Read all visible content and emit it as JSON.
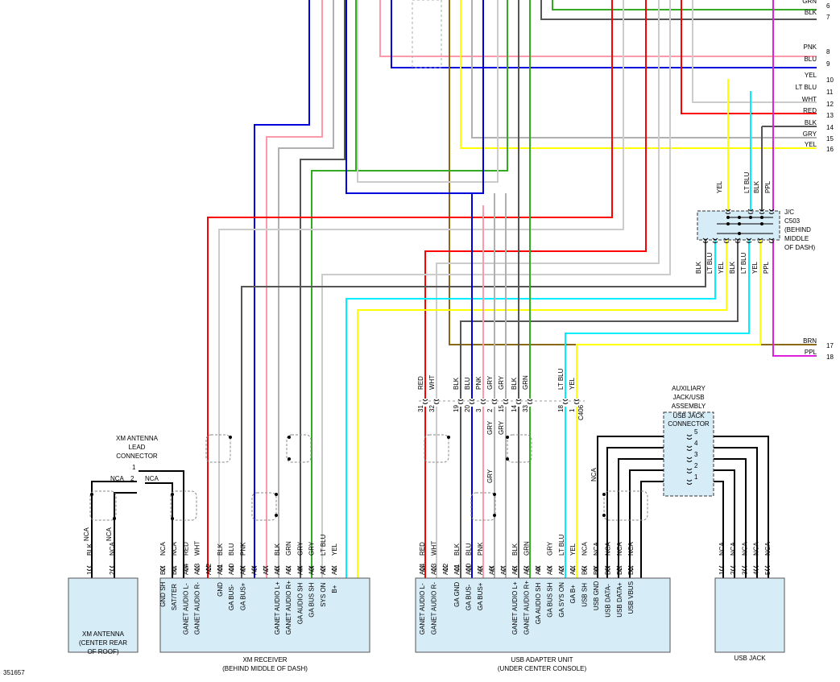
{
  "figure_id": "351657",
  "wire_colors": {
    "RED": "#ff0000",
    "WHT": "#cccccc",
    "BLK": "#555555",
    "BLU": "#0000dd",
    "PNK": "#ff99aa",
    "GRY": "#b0b0b0",
    "GRN": "#33aa22",
    "YEL": "#ffff00",
    "LT BLU": "#00eeff",
    "BRN": "#8b6914",
    "PPL": "#dd22dd",
    "NCA": "#000000"
  },
  "right_bus": [
    {
      "num": "6",
      "color_label": "GRN"
    },
    {
      "num": "7",
      "color_label": "BLK"
    },
    {
      "num": "8",
      "color_label": "PNK"
    },
    {
      "num": "9",
      "color_label": "BLU"
    },
    {
      "num": "10",
      "color_label": "YEL"
    },
    {
      "num": "11",
      "color_label": "LT BLU"
    },
    {
      "num": "12",
      "color_label": "WHT"
    },
    {
      "num": "13",
      "color_label": "RED"
    },
    {
      "num": "14",
      "color_label": "BLK"
    },
    {
      "num": "15",
      "color_label": "GRY"
    },
    {
      "num": "16",
      "color_label": "YEL"
    },
    {
      "num": "17",
      "color_label": "BRN"
    },
    {
      "num": "18",
      "color_label": "PPL"
    }
  ],
  "jc_c503": {
    "title_lines": [
      "J/C",
      "C503",
      "(BEHIND",
      "MIDDLE",
      "OF DASH)"
    ],
    "top_wires": [
      "YEL",
      "LT BLU",
      "BLK",
      "PPL"
    ],
    "bottom_wires": [
      "BLK",
      "LT BLU",
      "YEL",
      "BLK",
      "LT BLU",
      "YEL",
      "PPL"
    ]
  },
  "c406": {
    "label": "C406",
    "wires": [
      {
        "color_label": "RED",
        "pin": "31"
      },
      {
        "color_label": "WHT",
        "pin": "32"
      },
      {
        "color_label": "BLK",
        "pin": "19"
      },
      {
        "color_label": "BLU",
        "pin": "20"
      },
      {
        "color_label": "PNK",
        "pin": "3"
      },
      {
        "color_label": "GRY",
        "pin": "2"
      },
      {
        "color_label": "GRY",
        "pin": "15"
      },
      {
        "color_label": "BLK",
        "pin": "14"
      },
      {
        "color_label": "GRN",
        "pin": "33"
      },
      {
        "color_label": "LT BLU",
        "pin": "18"
      },
      {
        "color_label": "YEL",
        "pin": "1"
      }
    ],
    "lower_colors": [
      "GRY",
      "GRY"
    ]
  },
  "xm_receiver": {
    "title": "XM RECEIVER",
    "subtitle": "(BEHIND MIDDLE OF DASH)",
    "pins": [
      {
        "pin": "B2",
        "color_label": "NCA",
        "function": "GND SH"
      },
      {
        "pin": "B1",
        "color_label": "NCA",
        "function": "SAT/TER"
      },
      {
        "pin": "A14",
        "color_label": "RED",
        "function": "GANET AUDIO L-"
      },
      {
        "pin": "A13",
        "color_label": "WHT",
        "function": "GANET AUDIO R-"
      },
      {
        "pin": "A12",
        "color_label": "",
        "function": ""
      },
      {
        "pin": "A11",
        "color_label": "BLK",
        "function": "GND"
      },
      {
        "pin": "A10",
        "color_label": "BLU",
        "function": "GA BUS-"
      },
      {
        "pin": "A9",
        "color_label": "PNK",
        "function": "GA BUS+"
      },
      {
        "pin": "A8",
        "color_label": "",
        "function": ""
      },
      {
        "pin": "A7",
        "color_label": "",
        "function": ""
      },
      {
        "pin": "A6",
        "color_label": "BLK",
        "function": "GANET AUDIO L+"
      },
      {
        "pin": "A5",
        "color_label": "GRN",
        "function": "GANET AUDIO R+"
      },
      {
        "pin": "A4",
        "color_label": "GRY",
        "function": "GA AUDIO SH"
      },
      {
        "pin": "A3",
        "color_label": "GRY",
        "function": "GA BUS SH"
      },
      {
        "pin": "A2",
        "color_label": "LT BLU",
        "function": "SYS ON"
      },
      {
        "pin": "A1",
        "color_label": "YEL",
        "function": "B+"
      }
    ]
  },
  "usb_adapter": {
    "title": "USB ADAPTER UNIT",
    "subtitle": "(UNDER CENTER CONSOLE)",
    "pins": [
      {
        "pin": "A14",
        "color_label": "RED",
        "function": "GANET AUDIO L-"
      },
      {
        "pin": "A13",
        "color_label": "WHT",
        "function": "GANET AUDIO R-"
      },
      {
        "pin": "A12",
        "color_label": "",
        "function": ""
      },
      {
        "pin": "A11",
        "color_label": "BLK",
        "function": "GA GND"
      },
      {
        "pin": "A10",
        "color_label": "BLU",
        "function": "GA BUS-"
      },
      {
        "pin": "A9",
        "color_label": "PNK",
        "function": "GA BUS+"
      },
      {
        "pin": "A8",
        "color_label": "",
        "function": ""
      },
      {
        "pin": "A7",
        "color_label": "",
        "function": ""
      },
      {
        "pin": "A6",
        "color_label": "BLK",
        "function": "GANET AUDIO L+"
      },
      {
        "pin": "A5",
        "color_label": "GRN",
        "function": "GANET AUDIO R+"
      },
      {
        "pin": "A4",
        "color_label": "",
        "function": "GA AUDIO SH"
      },
      {
        "pin": "A3",
        "color_label": "GRY",
        "function": "GA BUS SH"
      },
      {
        "pin": "A2",
        "color_label": "LT BLU",
        "function": "GA SYS ON"
      },
      {
        "pin": "A1",
        "color_label": "YEL",
        "function": "GA B+"
      },
      {
        "pin": "B5",
        "color_label": "NCA",
        "function": "USB SH"
      },
      {
        "pin": "B4",
        "color_label": "NCA",
        "function": "USB GND"
      },
      {
        "pin": "B3",
        "color_label": "NCA",
        "function": "USB DATA-"
      },
      {
        "pin": "B2",
        "color_label": "NCA",
        "function": "USB DATA+"
      },
      {
        "pin": "B1",
        "color_label": "NCA",
        "function": "USB VBUS"
      }
    ]
  },
  "usb_jack": {
    "title": "USB JACK",
    "pins": [
      {
        "pin": "1",
        "color_label": "NCA"
      },
      {
        "pin": "2",
        "color_label": "NCA"
      },
      {
        "pin": "3",
        "color_label": "NCA"
      },
      {
        "pin": "4",
        "color_label": "NCA"
      },
      {
        "pin": "5",
        "color_label": "NCA"
      }
    ]
  },
  "aux_jack": {
    "title_lines": [
      "AUXILIARY",
      "JACK/USB",
      "ASSEMBLY"
    ],
    "connector_lines": [
      "USB JACK",
      "CONNECTOR"
    ],
    "pins": [
      "5",
      "4",
      "3",
      "2",
      "1"
    ]
  },
  "xm_antenna": {
    "title_lines": [
      "XM ANTENNA",
      "(CENTER REAR",
      "OF ROOF)"
    ],
    "pins": [
      {
        "pin": "1",
        "color_label": "BLK"
      },
      {
        "pin": "2",
        "color_label": "NCA"
      }
    ]
  },
  "xm_lead": {
    "title_lines": [
      "XM ANTENNA",
      "LEAD",
      "CONNECTOR"
    ],
    "pins": [
      "1",
      "2"
    ],
    "colors": [
      "NCA",
      "NCA",
      "NCA",
      "NCA"
    ]
  },
  "misc_labels": {
    "usb_sh_nca": "NCA",
    "gry_label": "GRY"
  }
}
